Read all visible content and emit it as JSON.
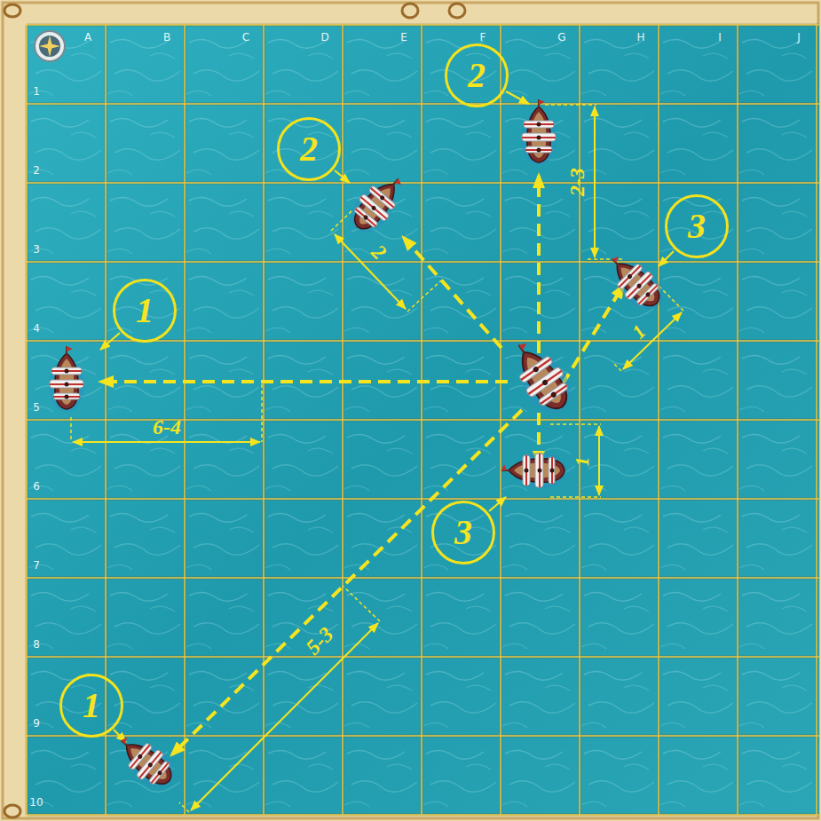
{
  "diagram": {
    "nodes": [
      {
        "text": [
          "2"
        ]
      },
      {
        "text": [
          "2"
        ]
      },
      {
        "text": [
          "3"
        ]
      },
      {
        "text": [
          "1"
        ]
      },
      {
        "text": [
          "3"
        ]
      },
      {
        "text": [
          "1"
        ]
      }
    ],
    "labels": [
      "A",
      "B",
      "C",
      "D",
      "E",
      "F",
      "G",
      "H",
      "I",
      "J",
      "1",
      "2",
      "3",
      "4",
      "5",
      "6",
      "7",
      "8",
      "9",
      "10",
      "6-4",
      "2-3",
      "2",
      "1",
      "1",
      "5-3"
    ]
  }
}
